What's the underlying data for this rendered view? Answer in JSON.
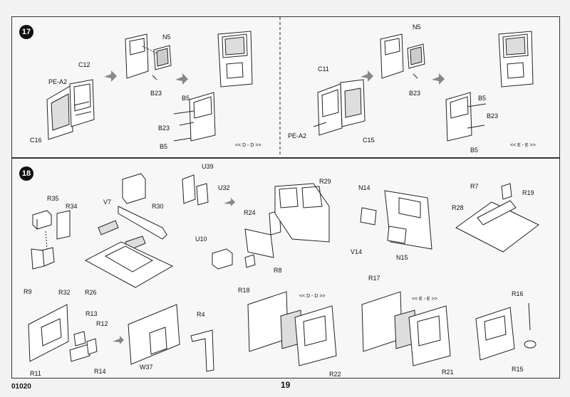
{
  "steps": {
    "s17": "17",
    "s18": "18"
  },
  "step17": {
    "left": {
      "pe_a2": "PE-A2",
      "c12": "C12",
      "c16": "C16",
      "n5": "N5",
      "b23a": "B23",
      "b5a": "B5",
      "b23b": "B23",
      "b5b": "B5",
      "view": "<< D - D >>"
    },
    "right": {
      "c11": "C11",
      "pe_a2": "PE-A2",
      "c15": "C15",
      "n5": "N5",
      "b23a": "B23",
      "b5a": "B5",
      "b23b": "B23",
      "b5b": "B5",
      "view": "<< E - E >>"
    }
  },
  "step18": {
    "r35": "R35",
    "r34": "R34",
    "r9": "R9",
    "v7": "V7",
    "r30": "R30",
    "r26": "R26",
    "u39": "U39",
    "u32": "U32",
    "u10": "U10",
    "r24": "R24",
    "r29": "R29",
    "r8": "R8",
    "n14": "N14",
    "v14": "V14",
    "n15": "N15",
    "r7": "R7",
    "r19": "R19",
    "r28": "R28",
    "r32": "R32",
    "r13": "R13",
    "r12": "R12",
    "r11": "R11",
    "r14": "R14",
    "w37": "W37",
    "r4": "R4",
    "r18": "R18",
    "view_d": "<< D - D >>",
    "r22": "R22",
    "r17": "R17",
    "view_e": "<< E - E >>",
    "r21": "R21",
    "r16": "R16",
    "r15": "R15"
  },
  "footer": {
    "code": "01020",
    "page": "19"
  }
}
